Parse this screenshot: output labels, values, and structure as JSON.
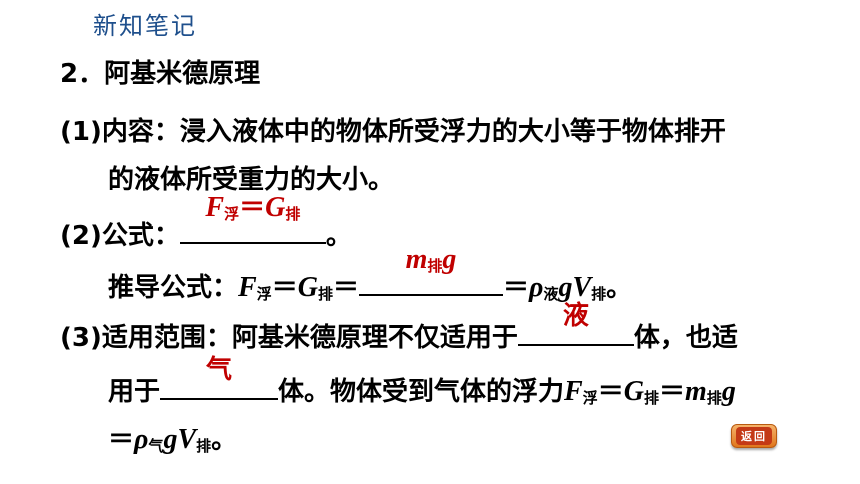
{
  "header": {
    "title": "新知笔记"
  },
  "section": {
    "number": "2．",
    "title": "阿基米德原理"
  },
  "item1": {
    "label": "(1)",
    "line1": "内容：浸入液体中的物体所受浮力的大小等于物体排开",
    "line2": "的液体所受重力的大小。"
  },
  "item2": {
    "label": "(2)",
    "prefix": "公式：",
    "suffix": "。",
    "answer": {
      "F": "F",
      "F_sub": "浮",
      "eq": "＝",
      "G": "G",
      "G_sub": "排"
    },
    "derive": {
      "prefix": "推导公式：",
      "F": "F",
      "F_sub": "浮",
      "eq1": "＝",
      "G": "G",
      "G_sub": "排",
      "eq2": "＝",
      "answer": {
        "m": "m",
        "m_sub": "排",
        "g": "g"
      },
      "eq3": "＝",
      "rho": "ρ",
      "rho_sub": "液",
      "g": "g",
      "V": "V",
      "V_sub": "排",
      "end": "。"
    }
  },
  "item3": {
    "label": "(3)",
    "line1_prefix": "适用范围：阿基米德原理不仅适用于",
    "answer1": "液",
    "line1_suffix": "体，也适",
    "line2_prefix": "用于",
    "answer2": "气",
    "line2_mid": "体。物体受到气体的浮力",
    "f": {
      "F": "F",
      "F_sub": "浮",
      "eq1": "＝",
      "G": "G",
      "G_sub": "排",
      "eq2": "＝",
      "m": "m",
      "m_sub": "排",
      "g": "g"
    },
    "line3": {
      "eq": "＝",
      "rho": "ρ",
      "rho_sub": "气",
      "g": "g",
      "V": "V",
      "V_sub": "排",
      "end": "。"
    }
  },
  "return_button": {
    "label": "返回"
  },
  "colors": {
    "header": "#1e4f8c",
    "answer": "#c00000",
    "button": "#e0761c"
  }
}
